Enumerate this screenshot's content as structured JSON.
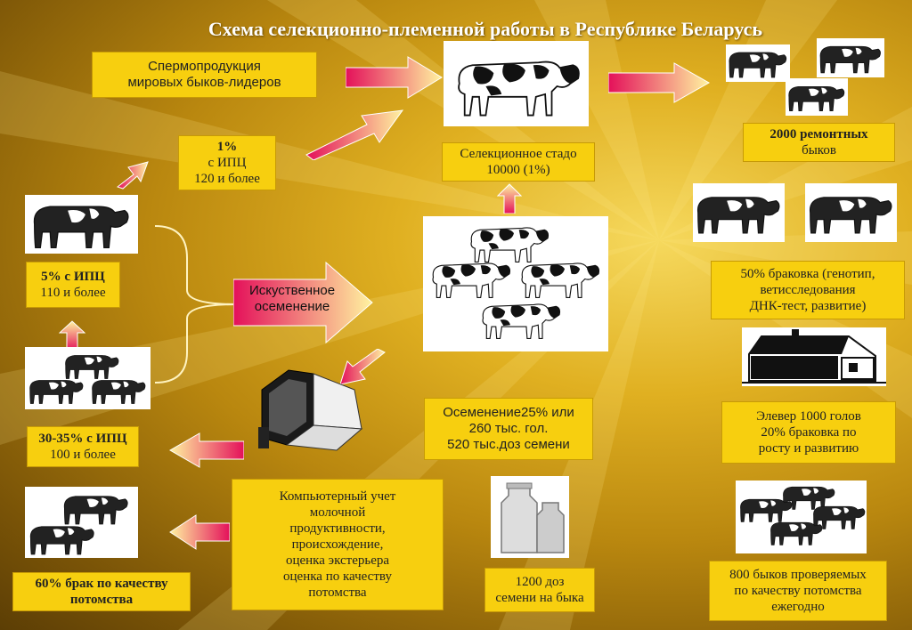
{
  "title": "Схема селекционно-племенной работы в Республике Беларусь",
  "boxes": {
    "sperm": [
      "Спермопродукция",
      "мировых быков-лидеров"
    ],
    "one_pct": [
      "1%",
      "с ИПЦ",
      "120 и более"
    ],
    "selection_herd": [
      "Селекционное стадо",
      "10000 (1%)"
    ],
    "repair_bulls": [
      "2000 ремонтных",
      "быков"
    ],
    "five_pct": [
      "5%  с ИПЦ",
      "110 и более"
    ],
    "insemination": [
      "Искуственное",
      "осеменение"
    ],
    "culling_50": [
      "50% браковка (генотип,",
      "ветисследования",
      "ДНК-тест, развитие)"
    ],
    "thirty_pct": [
      "30-35% с ИПЦ",
      "100 и более"
    ],
    "insem_stats": [
      "Осеменение25% или",
      "260 тыс. гол.",
      "520 тыс.доз семени"
    ],
    "elever": [
      "Элевер 1000 голов",
      "20% браковка по",
      "росту и развитию"
    ],
    "computer": [
      "Компьютерный учет",
      "молочной",
      "продуктивности,",
      "происхождение,",
      "оценка экстерьера",
      "оценка по качеству",
      "потомства"
    ],
    "sixty_pct": [
      "60% брак по качеству",
      "потомства"
    ],
    "doses": [
      "1200 доз",
      "семени на быка"
    ],
    "bulls_800": [
      "800 быков проверяемых",
      "по качеству потомства",
      "ежегодно"
    ]
  },
  "icons": [
    "cow-icon",
    "bull-icon",
    "computer-icon",
    "barn-icon",
    "milk-can-icon",
    "arrow-icon"
  ],
  "colors": {
    "box": "#f7cf0f",
    "arrow_from": "#e4105a",
    "arrow_to": "#fff3a0",
    "title": "#ffffff"
  }
}
